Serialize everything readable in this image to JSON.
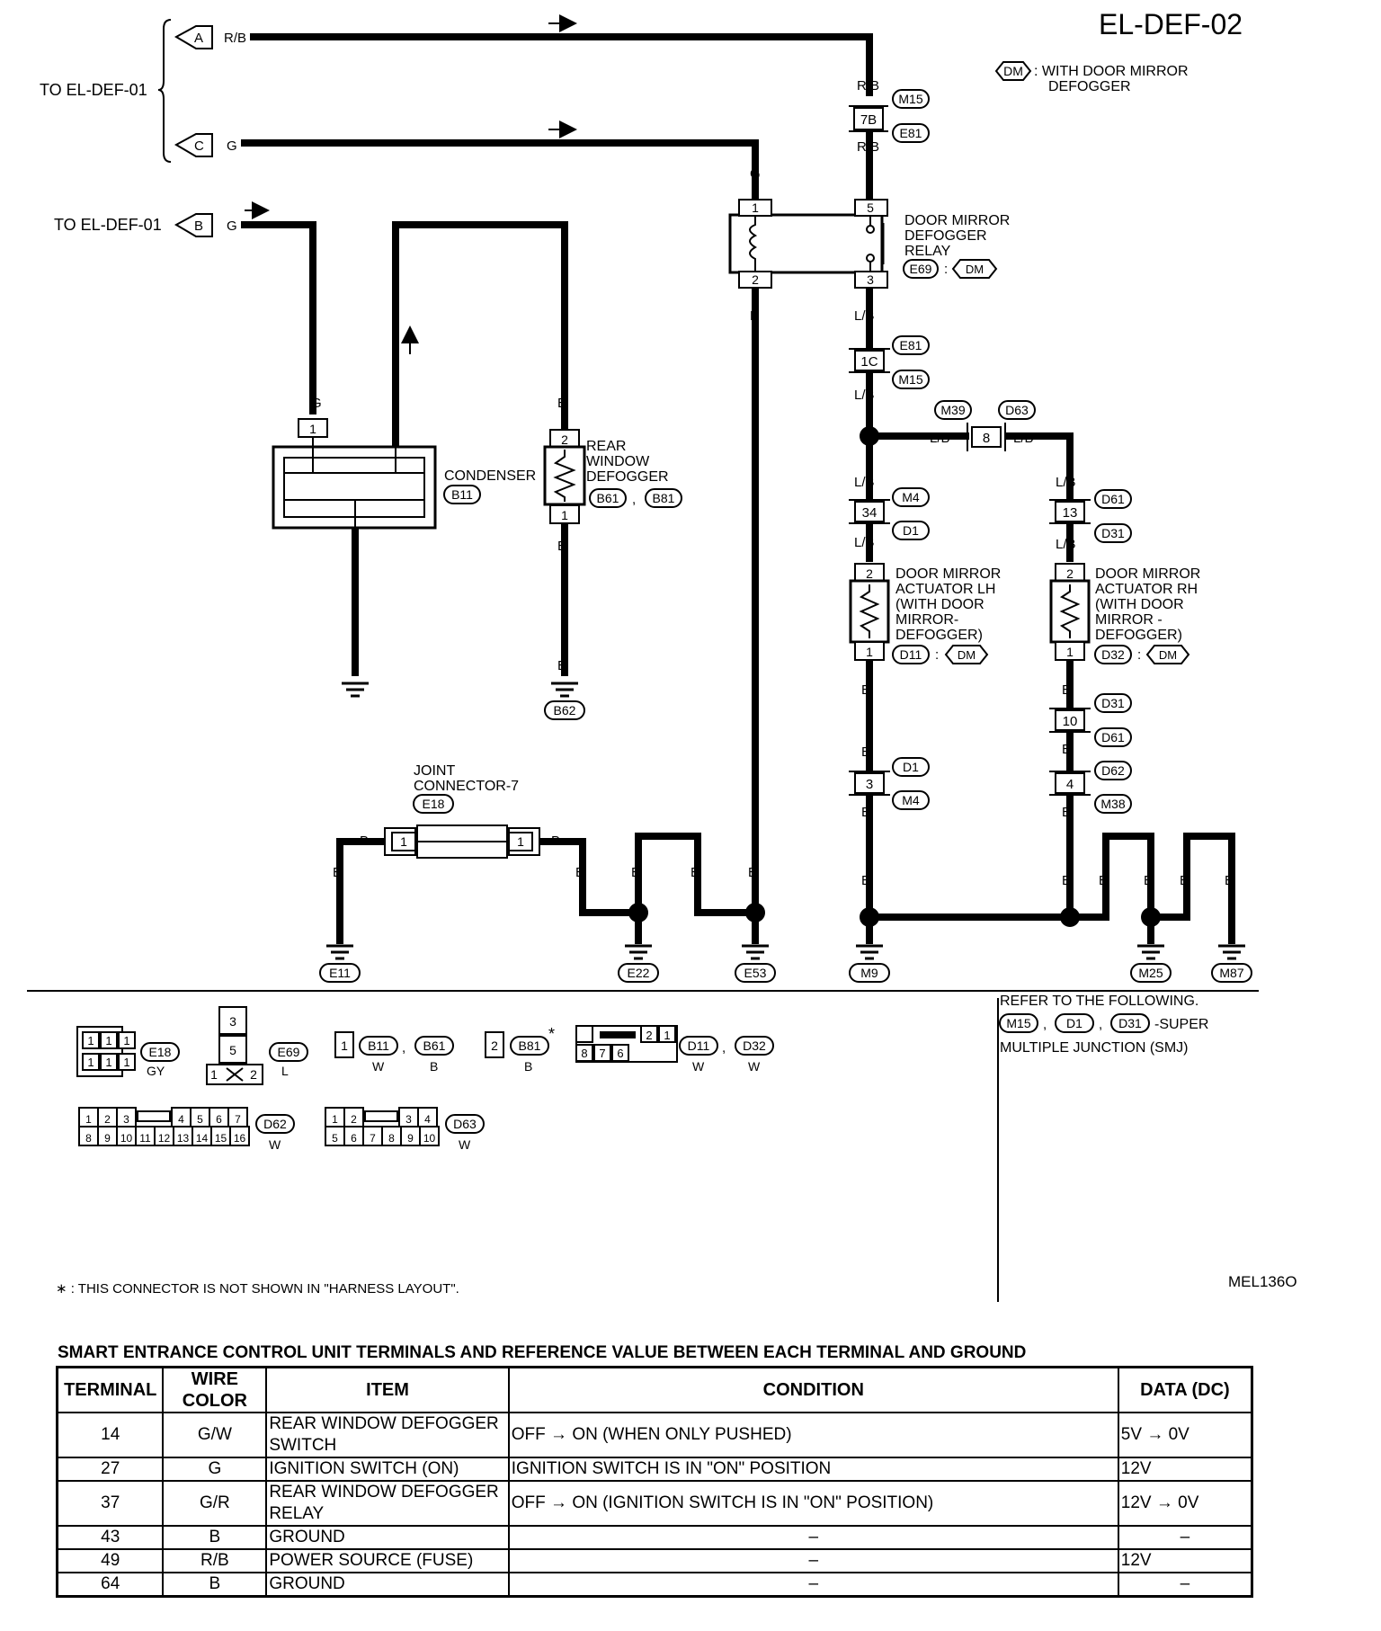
{
  "page_title": "EL-DEF-02",
  "figure_code": "MEL136O",
  "legend": {
    "symbol": "DM",
    "text_line1": ": WITH DOOR MIRROR",
    "text_line2": "DEFOGGER"
  },
  "to_el_def_01": "TO EL-DEF-01",
  "connectors_ab": {
    "a": "A",
    "b": "B",
    "c": "C"
  },
  "wire_colors": {
    "rb": "R/B",
    "g": "G",
    "b": "B",
    "lb": "L/B"
  },
  "terminals": {
    "t7b": "7B",
    "t1c": "1C",
    "t1": "1",
    "t2": "2",
    "t3": "3",
    "t5": "5",
    "t8": "8",
    "t34": "34",
    "t13": "13",
    "t10": "10",
    "t4": "4"
  },
  "connector_ids": {
    "m15": "M15",
    "e81": "E81",
    "e69": "E69",
    "m39": "M39",
    "d63": "D63",
    "m4": "M4",
    "d1": "D1",
    "d61": "D61",
    "d31": "D31",
    "d11": "D11",
    "d32": "D32",
    "d62": "D62",
    "m38": "M38",
    "b11": "B11",
    "b61": "B61",
    "b81": "B81",
    "b62": "B62",
    "e18": "E18",
    "e11": "E11",
    "e22": "E22",
    "e53": "E53",
    "m9": "M9",
    "m25": "M25",
    "m87": "M87",
    "dm": "DM"
  },
  "components": {
    "relay_l1": "DOOR MIRROR",
    "relay_l2": "DEFOGGER",
    "relay_l3": "RELAY",
    "condenser": "CONDENSER",
    "defogger_l1": "REAR",
    "defogger_l2": "WINDOW",
    "defogger_l3": "DEFOGGER",
    "act_lh_l1": "DOOR MIRROR",
    "act_lh_l2": "ACTUATOR LH",
    "act_lh_l3": "(WITH DOOR",
    "act_lh_l4": "MIRROR-",
    "act_lh_l5": "DEFOGGER)",
    "act_rh_l1": "DOOR MIRROR",
    "act_rh_l2": "ACTUATOR RH",
    "act_rh_l3": "(WITH DOOR",
    "act_rh_l4": "MIRROR -",
    "act_rh_l5": "DEFOGGER)",
    "joint_l1": "JOINT",
    "joint_l2": "CONNECTOR-7"
  },
  "connector_views": {
    "e18_color": "GY",
    "e69_color": "L",
    "b11_color": "W",
    "b61_color": "B",
    "b81_color": "B",
    "d11_color": "W",
    "d32_color": "W",
    "d62_color": "W",
    "d63_color": "W",
    "e18_pins": [
      "1",
      "1",
      "1",
      "1",
      "1",
      "1"
    ],
    "e69_pins": [
      "3",
      "5",
      "1",
      "2"
    ],
    "b11_pin": "1",
    "b81_pin": "2",
    "d11_pins": [
      "2",
      "1",
      "8",
      "7",
      "6"
    ],
    "d62_pins": [
      "1",
      "2",
      "3",
      "4",
      "5",
      "6",
      "7",
      "8",
      "9",
      "10",
      "11",
      "12",
      "13",
      "14",
      "15",
      "16"
    ],
    "d63_pins": [
      "1",
      "2",
      "3",
      "4",
      "5",
      "6",
      "7",
      "8",
      "9",
      "10"
    ],
    "asterisk": "*",
    "sep_comma": ","
  },
  "refer_note": {
    "line1": "REFER TO THE FOLLOWING.",
    "line2": "-SUPER",
    "line3": "MULTIPLE JUNCTION (SMJ)"
  },
  "footnote": "∗ : THIS CONNECTOR IS NOT SHOWN IN \"HARNESS LAYOUT\".",
  "table": {
    "title": "SMART ENTRANCE CONTROL UNIT TERMINALS AND REFERENCE VALUE BETWEEN EACH TERMINAL AND GROUND",
    "headers": [
      "TERMINAL",
      "WIRE COLOR",
      "ITEM",
      "CONDITION",
      "DATA (DC)"
    ],
    "rows": [
      [
        "14",
        "G/W",
        "REAR WINDOW DEFOGGER SWITCH",
        "OFF → ON (WHEN ONLY PUSHED)",
        "5V → 0V"
      ],
      [
        "27",
        "G",
        "IGNITION SWITCH (ON)",
        "IGNITION SWITCH IS IN \"ON\" POSITION",
        "12V"
      ],
      [
        "37",
        "G/R",
        "REAR WINDOW DEFOGGER RELAY",
        "OFF → ON (IGNITION SWITCH IS IN \"ON\" POSITION)",
        "12V → 0V"
      ],
      [
        "43",
        "B",
        "GROUND",
        "–",
        "–"
      ],
      [
        "49",
        "R/B",
        "POWER SOURCE (FUSE)",
        "–",
        "12V"
      ],
      [
        "64",
        "B",
        "GROUND",
        "–",
        "–"
      ]
    ]
  }
}
